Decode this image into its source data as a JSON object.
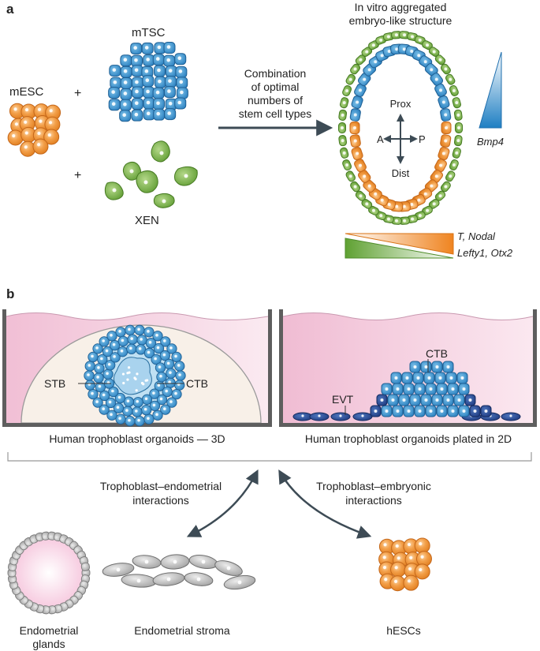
{
  "panel_a": {
    "letter": "a",
    "mesc_label": "mESC",
    "plus": "+",
    "mtsc_label": "mTSC",
    "xen_label": "XEN",
    "arrow_caption": [
      "Combination",
      "of optimal",
      "numbers of",
      "stem cell types"
    ],
    "structure_title": [
      "In vitro aggregated",
      "embryo-like structure"
    ],
    "axis": {
      "prox": "Prox",
      "dist": "Dist",
      "a": "A",
      "p": "P"
    },
    "bmp4": "Bmp4",
    "genes_top": "T, Nodal",
    "genes_bottom": "Lefty1, Otx2"
  },
  "panel_b": {
    "letter": "b",
    "stb_label": "STB",
    "ctb_label_3d": "CTB",
    "ctb_label_2d": "CTB",
    "evt_label": "EVT",
    "caption_3d": "Human trophoblast organoids — 3D",
    "caption_2d": "Human trophoblast organoids plated in 2D",
    "interaction_left": [
      "Trophoblast–endometrial",
      "interactions"
    ],
    "interaction_right": [
      "Trophoblast–embryonic",
      "interactions"
    ],
    "glands_label": [
      "Endometrial",
      "glands"
    ],
    "stroma_label": "Endometrial stroma",
    "hescs_label": "hESCs"
  },
  "colors": {
    "orange": "#f0922e",
    "blue": "#2f86c4",
    "light_blue": "#8fc6e6",
    "green": "#6aa639",
    "dark_blue": "#2c4a94",
    "pink": "#f2c6da",
    "gray_cell": "#b9b9b9",
    "text": "#222222"
  }
}
